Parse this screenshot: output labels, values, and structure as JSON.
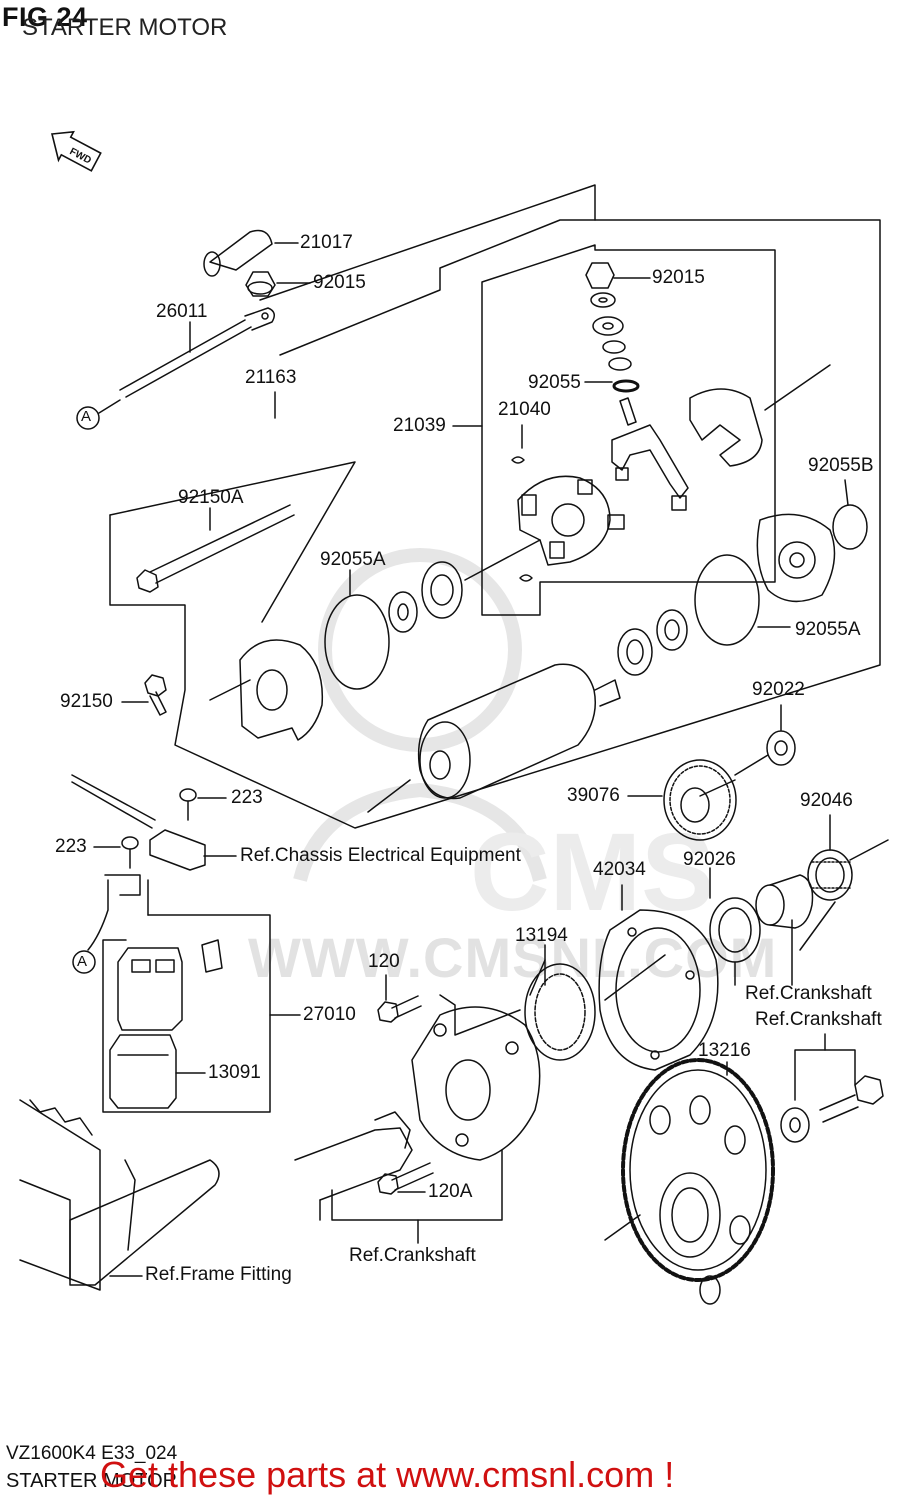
{
  "figure": {
    "number": "FIG 24",
    "title": "STARTER MOTOR",
    "code": "VZ1600K4 E33_024",
    "footer_title": "STARTER MOTOR",
    "promo": "Get these parts at www.cmsnl.com !"
  },
  "fwd_label": "FWD",
  "watermark": {
    "logo_text": "CMS",
    "url": "WWW.CMSNL.COM"
  },
  "parts": {
    "p21017": "21017",
    "p92015a": "92015",
    "p26011": "26011",
    "p21163": "21163",
    "p92015b": "92015",
    "p92055": "92055",
    "p21040": "21040",
    "p21039": "21039",
    "p92055b": "92055B",
    "p92150a": "92150A",
    "p92055a1": "92055A",
    "p92055a2": "92055A",
    "p92150": "92150",
    "p92022": "92022",
    "p223a": "223",
    "p39076": "39076",
    "p92046": "92046",
    "p223b": "223",
    "ref_chassis": "Ref.Chassis Electrical Equipment",
    "p42034": "42034",
    "p92026": "92026",
    "p13194": "13194",
    "p120": "120",
    "ref_crank1": "Ref.Crankshaft",
    "ref_crank2": "Ref.Crankshaft",
    "p27010": "27010",
    "p13216": "13216",
    "p13091": "13091",
    "p120a": "120A",
    "ref_crank3": "Ref.Crankshaft",
    "ref_frame": "Ref.Frame Fitting",
    "marker_a1": "A",
    "marker_a2": "A"
  }
}
